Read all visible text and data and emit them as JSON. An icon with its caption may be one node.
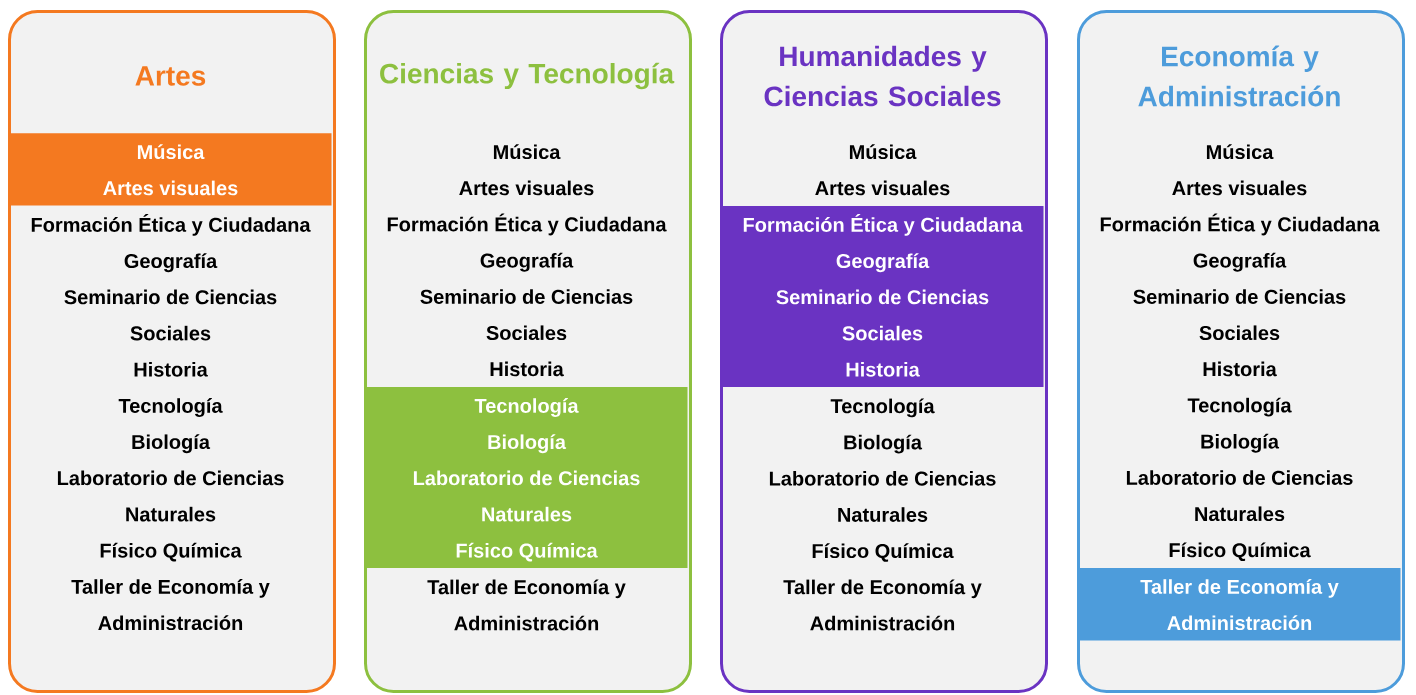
{
  "diagram": {
    "nodes": [
      {
        "text": [
          "Artes",
          "Formación Ética y Ciudadana",
          "Geografía",
          "Seminario de Ciencias Sociales",
          "Historia",
          "Tecnología",
          "Biología",
          "Laboratorio de Ciencias Naturales",
          "Físico Química",
          "Taller de Economía y Administración"
        ]
      },
      {
        "text": [
          "Música",
          "Artes visuales"
        ],
        "in": 0
      },
      {
        "text": [
          "Ciencias y Tecnología",
          "Música",
          "Artes visuales",
          "Formación Ética y Ciudadana",
          "Geografía",
          "Seminario de Ciencias Sociales",
          "Historia",
          "Taller de Economía y Administración"
        ]
      },
      {
        "text": [
          "Tecnología",
          "Biología",
          "Laboratorio de Ciencias Naturales",
          "Físico Química"
        ],
        "in": 2
      },
      {
        "text": [
          "Humanidades y Ciencias Sociales",
          "Música",
          "Artes visuales",
          "Tecnología",
          "Biología",
          "Laboratorio de Ciencias Naturales",
          "Físico Química",
          "Taller de Economía y Administración"
        ]
      },
      {
        "text": [
          "Formación Ética y Ciudadana",
          "Geografía",
          "Seminario de Ciencias Sociales",
          "Historia"
        ],
        "in": 4
      },
      {
        "text": [
          "Economía y Administración",
          "Música",
          "Artes visuales",
          "Formación Ética y Ciudadana",
          "Geografía",
          "Seminario de Ciencias Sociales",
          "Historia",
          "Tecnología",
          "Biología",
          "Laboratorio de Ciencias Naturales",
          "Físico Química"
        ]
      },
      {
        "text": [
          "Taller de Economía y Administración"
        ],
        "in": 6
      }
    ]
  }
}
